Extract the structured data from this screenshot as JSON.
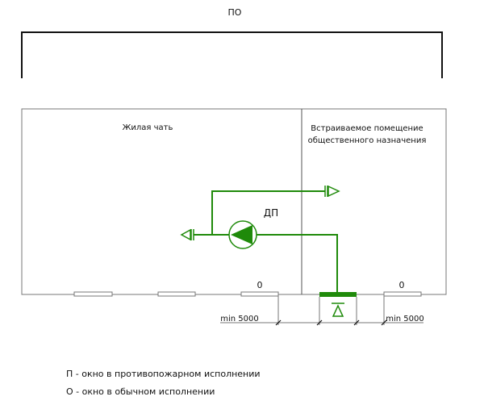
{
  "top_label": "ПО",
  "zones": {
    "residential": "Жилая чать",
    "public_line1": "Встраиваемое помещение",
    "public_line2": "общественного назначения"
  },
  "fan_label": "ДП",
  "window_labels": {
    "left": "0",
    "right": "0"
  },
  "dimensions": {
    "left": "min 5000",
    "right": "min 5000"
  },
  "legend": [
    "П - окно в противопожарном исполнении",
    "О - окно в обычном исполнении"
  ],
  "colors": {
    "green": "#1f8a0a",
    "line": "#777777",
    "black": "#111111"
  }
}
